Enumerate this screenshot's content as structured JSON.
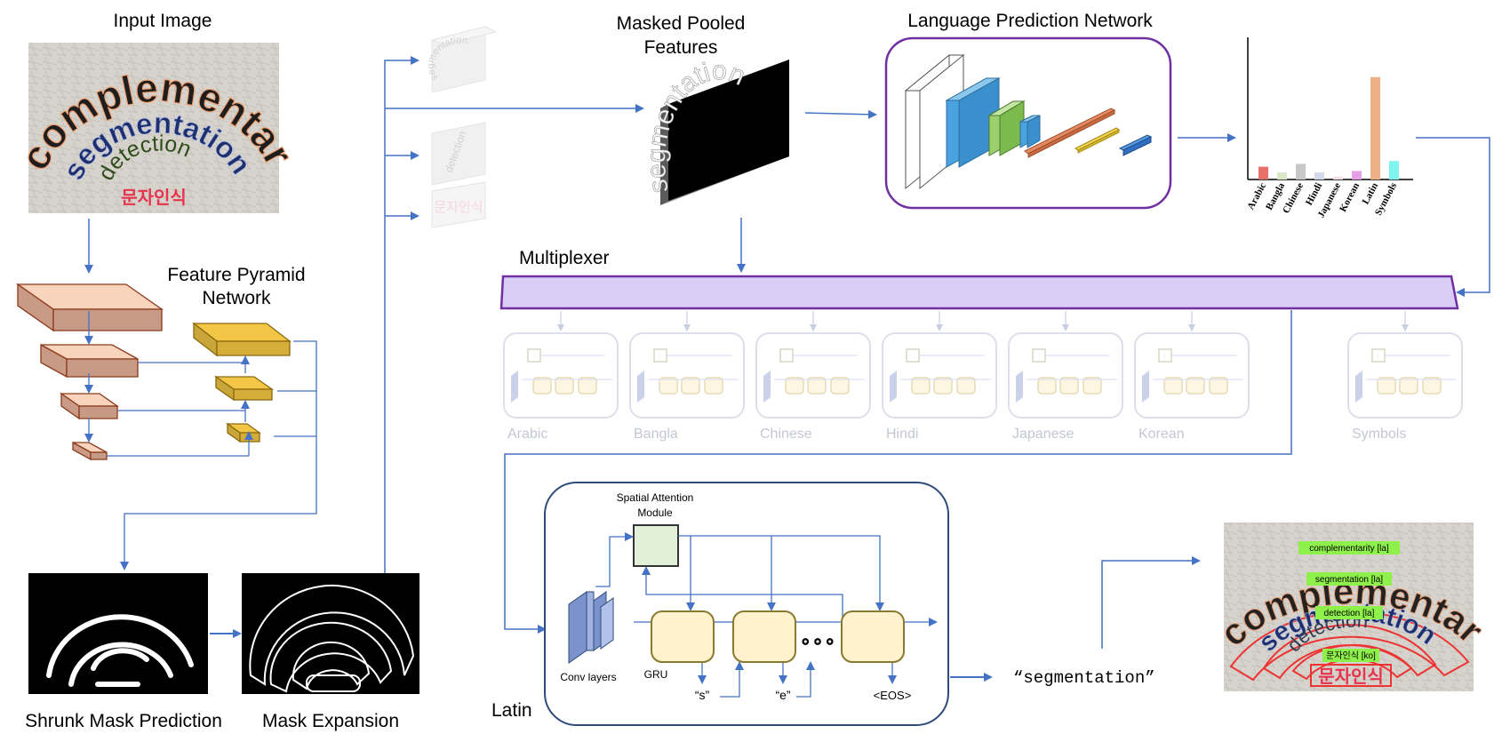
{
  "labels": {
    "input_image": "Input Image",
    "fpn_line1": "Feature Pyramid",
    "fpn_line2": "Network",
    "masked_line1": "Masked Pooled",
    "masked_line2": "Features",
    "lpn": "Language Prediction Network",
    "multiplexer": "Multiplexer",
    "shrunk": "Shrunk Mask Prediction",
    "expansion": "Mask Expansion",
    "latin": "Latin",
    "sam_line1": "Spatial Attention",
    "sam_line2": "Module",
    "conv": "Conv layers",
    "gru": "GRU",
    "tok_s": "“s”",
    "tok_e": "“e”",
    "tok_eos": "<EOS>",
    "ellipsis": "∘∘∘",
    "output": "“segmentation”"
  },
  "input_words": {
    "w1": "complementarity",
    "w2": "segmentation",
    "w3": "detection",
    "w4": "문자인식"
  },
  "faded_thumbs": {
    "t1": "segmentation",
    "t2": "detection",
    "t3": "문자인식"
  },
  "pooled_word": "segmentation",
  "recognizers": [
    "Arabic",
    "Bangla",
    "Chinese",
    "Hindi",
    "Japanese",
    "Korean",
    "Symbols"
  ],
  "result": {
    "tags": [
      "complementarity [la]",
      "segmentation [la]",
      "detection [la]",
      "문자인식 [ko]"
    ],
    "words": [
      "complementarity",
      "segmentation",
      "detection",
      "문자인식"
    ]
  },
  "chart_data": {
    "type": "bar",
    "categories": [
      "Arabic",
      "Bangla",
      "Chinese",
      "Hindi",
      "Japanese",
      "Korean",
      "Latin",
      "Symbols"
    ],
    "values": [
      0.09,
      0.05,
      0.11,
      0.05,
      0.02,
      0.06,
      0.72,
      0.13
    ],
    "ylim": [
      0,
      1
    ],
    "colors": [
      "#e8706a",
      "#dbe8c8",
      "#c8c8c8",
      "#d5d9ec",
      "#f5e0ea",
      "#e7a0e7",
      "#eeb087",
      "#7ef5f0"
    ]
  },
  "colors": {
    "arrow": "#4472c4",
    "purple": "#7030a0",
    "mux_fill": "#d9ccf5",
    "faded": "#d0d4e0"
  }
}
